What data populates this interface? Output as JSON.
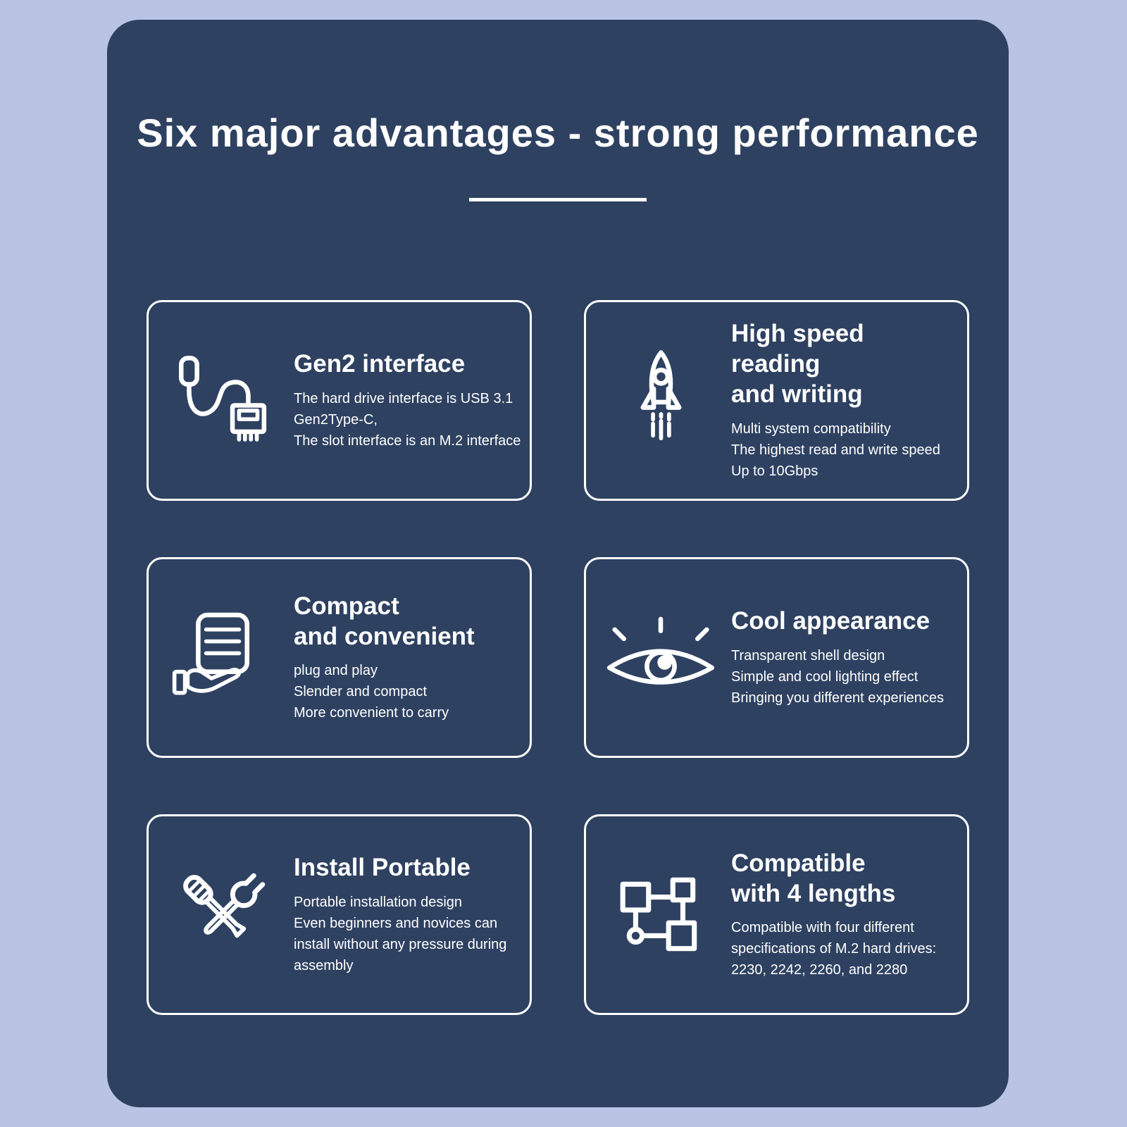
{
  "theme": {
    "background": "#b9c3e3",
    "panel": "#2e4161",
    "text": "#ffffff"
  },
  "header": {
    "title": "Six major advantages - strong performance"
  },
  "cards": [
    {
      "id": "gen2-interface",
      "icon": "usb-cable-icon",
      "title": "Gen2 interface",
      "lines": [
        "The hard drive interface is USB 3.1",
        "Gen2Type-C,",
        "The slot interface is an M.2 interface"
      ]
    },
    {
      "id": "high-speed-reading-writing",
      "icon": "rocket-icon",
      "title": "High speed reading\nand writing",
      "lines": [
        "Multi system compatibility",
        "The highest read and write speed",
        "Up to 10Gbps"
      ]
    },
    {
      "id": "compact-and-convenient",
      "icon": "clipboard-hand-icon",
      "title": "Compact\nand convenient",
      "lines": [
        "plug and play",
        "Slender and compact",
        "More convenient to carry"
      ]
    },
    {
      "id": "cool-appearance",
      "icon": "eye-icon",
      "title": "Cool appearance",
      "lines": [
        "Transparent shell design",
        "Simple and cool lighting effect",
        "Bringing you different experiences"
      ]
    },
    {
      "id": "install-portable",
      "icon": "screwdriver-wrench-icon",
      "title": "Install Portable",
      "lines": [
        "Portable installation design",
        "Even beginners and novices can",
        "install without any pressure during",
        "assembly"
      ]
    },
    {
      "id": "compatible-with-4-lengths",
      "icon": "flowchart-icon",
      "title": "Compatible\nwith 4 lengths",
      "lines": [
        "Compatible with four different",
        "specifications of M.2 hard drives:",
        "2230, 2242, 2260, and 2280"
      ]
    }
  ]
}
